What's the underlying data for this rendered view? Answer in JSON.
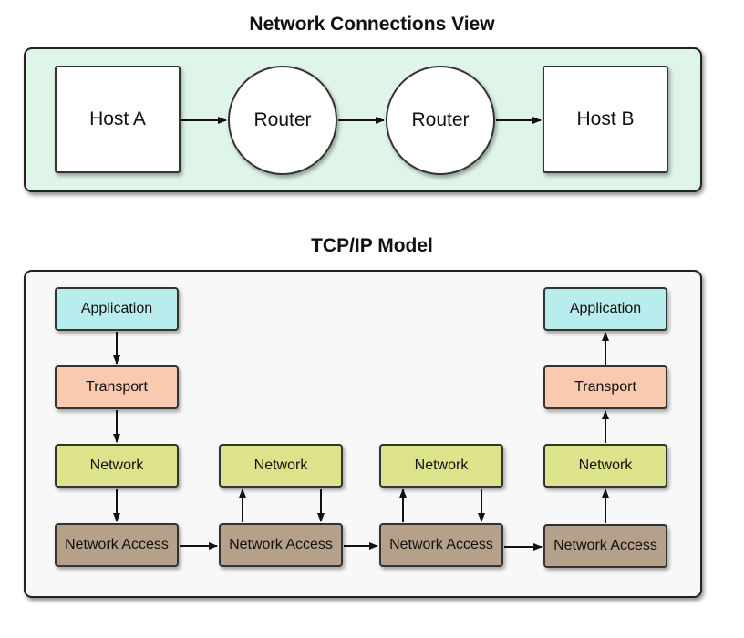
{
  "top": {
    "title": "Network Connections View",
    "nodes": {
      "host_a": "Host A",
      "router_1": "Router",
      "router_2": "Router",
      "host_b": "Host B"
    }
  },
  "bottom": {
    "title": "TCP/IP Model",
    "host_a_stack": {
      "application": "Application",
      "transport": "Transport",
      "network": "Network",
      "network_access": "Network Access"
    },
    "router_1_stack": {
      "network": "Network",
      "network_access": "Network Access"
    },
    "router_2_stack": {
      "network": "Network",
      "network_access": "Network Access"
    },
    "host_b_stack": {
      "application": "Application",
      "transport": "Transport",
      "network": "Network",
      "network_access": "Network Access"
    }
  },
  "colors": {
    "top_panel": "#dff5e8",
    "bottom_panel": "#f8f8f8",
    "application": "#b9ecec",
    "transport": "#f9c9b0",
    "network": "#dde38b",
    "network_access": "#b5a08a"
  }
}
